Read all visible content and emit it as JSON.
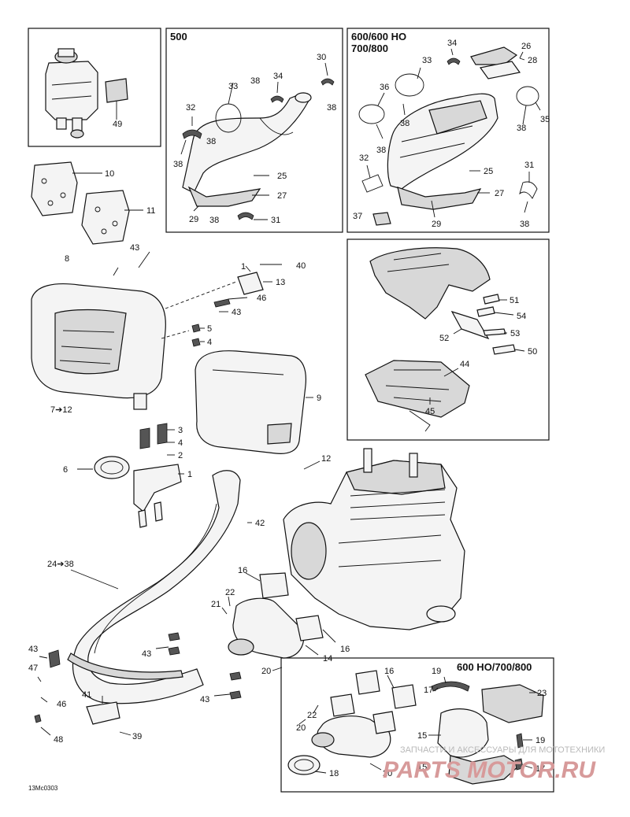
{
  "boxes": {
    "box_500": "500",
    "box_600_a": "600/600 HO",
    "box_600_b": "700/800",
    "box_600ho": "600 HO/700/800"
  },
  "labels": {
    "n49": "49",
    "n10": "10",
    "n11": "11",
    "b500_33": "33",
    "b500_38a": "38",
    "b500_34": "34",
    "b500_30": "30",
    "b500_38b": "38",
    "b500_32": "32",
    "b500_38c": "38",
    "b500_38d": "38",
    "b500_25": "25",
    "b500_27": "27",
    "b500_29": "29",
    "b500_38e": "38",
    "b500_31": "31",
    "b600_34": "34",
    "b600_26": "26",
    "b600_28": "28",
    "b600_33": "33",
    "b600_36": "36",
    "b600_38a": "38",
    "b600_38b": "38",
    "b600_38c": "38",
    "b600_35": "35",
    "b600_32": "32",
    "b600_25": "25",
    "b600_31": "31",
    "b600_27": "27",
    "b600_37": "37",
    "b600_29": "29",
    "b600_38d": "38",
    "c51": "51",
    "c54": "54",
    "c52": "52",
    "c53": "53",
    "c50": "50",
    "c44": "44",
    "c45": "45",
    "m8": "8",
    "m43a": "43",
    "m40": "40",
    "m1a": "1",
    "m13": "13",
    "m46a": "46",
    "m43b": "43",
    "m5": "5",
    "m4a": "4",
    "m9": "9",
    "m7": "7➔12",
    "m3": "3",
    "m4b": "4",
    "m2": "2",
    "m6": "6",
    "m1b": "1",
    "m12": "12",
    "m42": "42",
    "e24": "24➔38",
    "e16a": "16",
    "e22a": "22",
    "e21": "21",
    "e43c": "43",
    "e14": "14",
    "e16b": "16",
    "e20a": "20",
    "e43d": "43",
    "e47": "47",
    "e46": "46",
    "e43e": "43",
    "e41": "41",
    "e39": "39",
    "e48": "48",
    "h16": "16",
    "h19a": "19",
    "h17a": "17",
    "h23": "23",
    "h22": "22",
    "h20a": "20",
    "h15": "15",
    "h19b": "19",
    "h18": "18",
    "h20b": "20",
    "h15b": "15",
    "h17b": "17"
  },
  "watermark": {
    "line1": "ЗАПЧАСТИ И АКСЕССУАРЫ ДЛЯ МОТОТЕХНИКИ",
    "line2": "PARTS MOTOR.RU"
  },
  "footer_code": "13Mc0303"
}
